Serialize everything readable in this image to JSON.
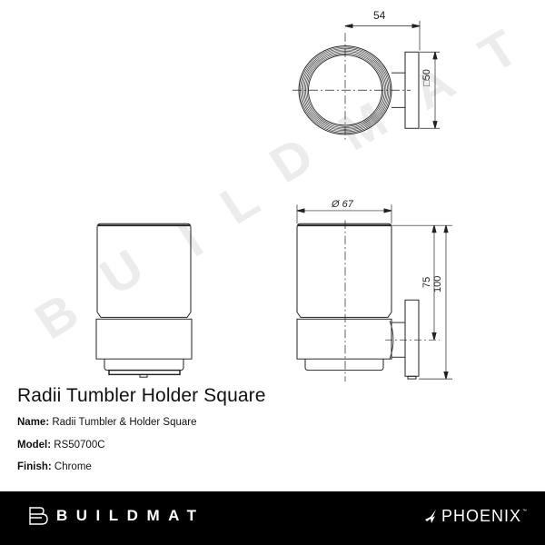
{
  "drawing": {
    "top_view": {
      "dimension_width": "54",
      "dimension_plate": "□50"
    },
    "side_view": {
      "dimension_diameter": "Ø 67",
      "dimension_height_to_center": "75",
      "dimension_height_total": "100"
    },
    "watermark": "BUILDMAT"
  },
  "product": {
    "title": "Radii Tumbler Holder Square",
    "fields": [
      {
        "label": "Name:",
        "value": "Radii Tumbler & Holder Square"
      },
      {
        "label": "Model:",
        "value": "RS50700C"
      },
      {
        "label": "Finish:",
        "value": "Chrome"
      }
    ]
  },
  "footer": {
    "left_brand": "BUILDMAT",
    "right_brand": "PHOENIX",
    "right_brand_mark": "™",
    "background": "#000000",
    "text_color": "#ffffff"
  }
}
